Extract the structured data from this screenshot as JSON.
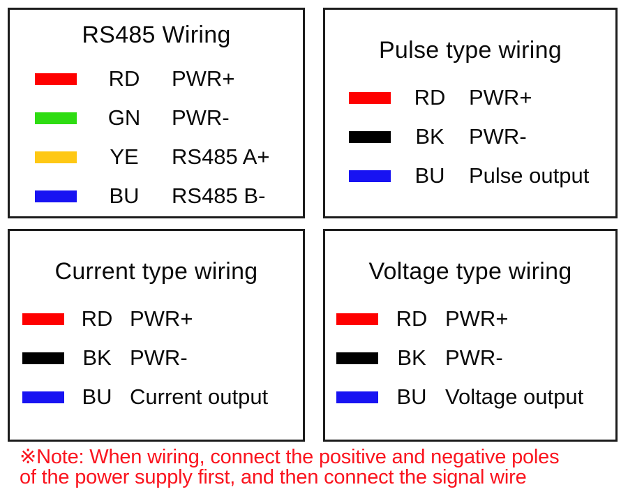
{
  "panels": [
    {
      "title": "RS485 Wiring",
      "rows": [
        {
          "code": "RD",
          "label": "PWR+",
          "color": "#fe0000",
          "color_name": "red"
        },
        {
          "code": "GN",
          "label": "PWR-",
          "color": "#2edc12",
          "color_name": "green"
        },
        {
          "code": "YE",
          "label": "RS485 A+",
          "color": "#fec814",
          "color_name": "yellow"
        },
        {
          "code": "BU",
          "label": "RS485 B-",
          "color": "#1813f2",
          "color_name": "blue"
        }
      ]
    },
    {
      "title": "Pulse type wiring",
      "rows": [
        {
          "code": "RD",
          "label": "PWR+",
          "color": "#fe0000",
          "color_name": "red"
        },
        {
          "code": "BK",
          "label": "PWR-",
          "color": "#000000",
          "color_name": "black"
        },
        {
          "code": "BU",
          "label": "Pulse output",
          "color": "#1813f2",
          "color_name": "blue"
        }
      ]
    },
    {
      "title": "Current type wiring",
      "rows": [
        {
          "code": "RD",
          "label": "PWR+",
          "color": "#fe0000",
          "color_name": "red"
        },
        {
          "code": "BK",
          "label": "PWR-",
          "color": "#000000",
          "color_name": "black"
        },
        {
          "code": "BU",
          "label": "Current output",
          "color": "#1813f2",
          "color_name": "blue"
        }
      ]
    },
    {
      "title": "Voltage type wiring",
      "rows": [
        {
          "code": "RD",
          "label": "PWR+",
          "color": "#fe0000",
          "color_name": "red"
        },
        {
          "code": "BK",
          "label": "PWR-",
          "color": "#000000",
          "color_name": "black"
        },
        {
          "code": "BU",
          "label": "Voltage output",
          "color": "#1813f2",
          "color_name": "blue"
        }
      ]
    }
  ],
  "note": {
    "line1": "※Note: When wiring, connect the positive and negative poles",
    "line2": "of the power supply first, and then connect the signal wire",
    "color": "#fa141e"
  },
  "panel_border_color": "#1c1c1c"
}
